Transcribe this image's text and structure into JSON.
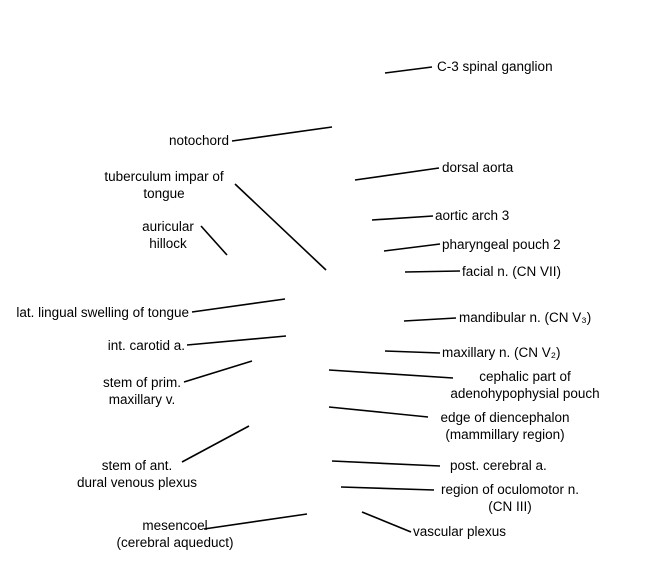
{
  "labels": {
    "c3_spinal_ganglion": "C-3 spinal ganglion",
    "notochord": "notochord",
    "tuberculum_line1": "tuberculum impar of",
    "tuberculum_line2": "tongue",
    "dorsal_aorta": "dorsal aorta",
    "auricular_line1": "auricular",
    "auricular_line2": "hillock",
    "aortic_arch_3": "aortic arch 3",
    "pharyngeal_pouch_2": "pharyngeal pouch 2",
    "facial_n": "facial n. (CN VII)",
    "lat_lingual_swelling": "lat. lingual swelling of tongue",
    "mandibular_n": "mandibular n. (CN V₃)",
    "int_carotid": "int. carotid a.",
    "maxillary_n": "maxillary n. (CN V₂)",
    "stem_prim_line1": "stem of prim.",
    "stem_prim_line2": "maxillary v.",
    "cephalic_line1": "cephalic part of",
    "cephalic_line2": "adenohypophysial pouch",
    "edge_line1": "edge of diencephalon",
    "edge_line2": "(mammillary region)",
    "stem_ant_line1": "stem of ant.",
    "stem_ant_line2": "dural venous plexus",
    "post_cerebral": "post. cerebral a.",
    "oculomotor_line1": "region of oculomotor n.",
    "oculomotor_line2": "(CN III)",
    "mesencoel_line1": "mesencoel",
    "mesencoel_line2": "(cerebral aqueduct)",
    "vascular_plexus": "vascular plexus"
  }
}
